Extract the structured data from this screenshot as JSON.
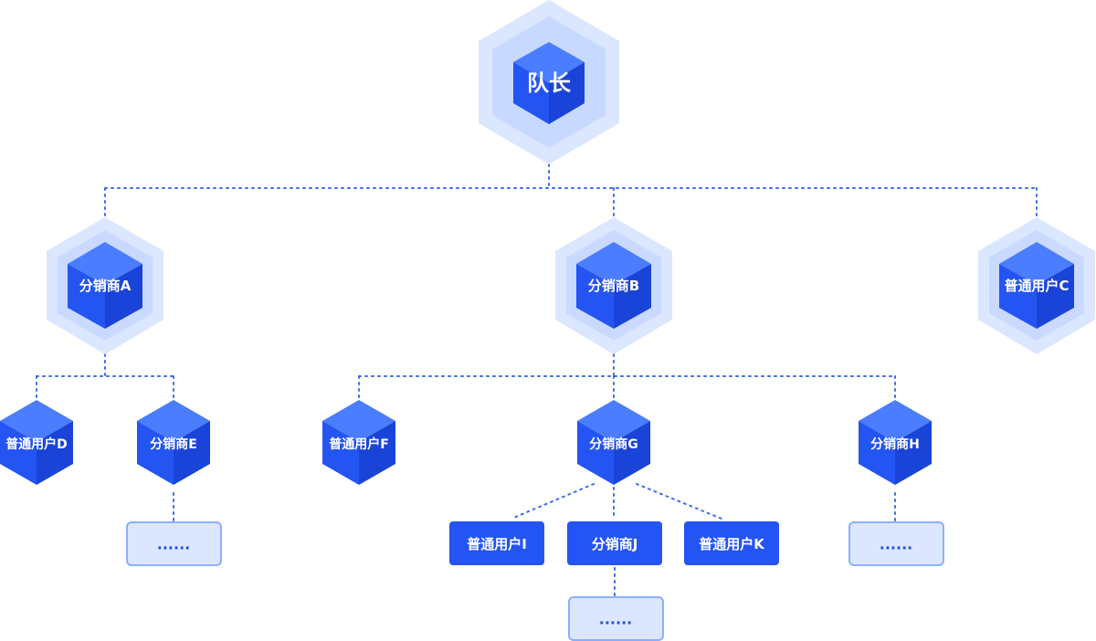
{
  "colors": {
    "node_front": "#2455f2",
    "node_top": "#4a7dff",
    "node_side": "#1a44d8",
    "halo_outer": "#dbe6ff",
    "halo_inner": "#c4d6ff",
    "connector": "#3d6df2",
    "more_fill": "#dce7ff",
    "more_stroke": "#8eaefc",
    "more_text": "#1f4fd8"
  },
  "root": {
    "label": "队长"
  },
  "level1": [
    {
      "id": "A",
      "label": "分销商A"
    },
    {
      "id": "B",
      "label": "分销商B"
    },
    {
      "id": "C",
      "label": "普通用户C"
    }
  ],
  "level2": [
    {
      "id": "D",
      "label": "普通用户D"
    },
    {
      "id": "E",
      "label": "分销商E"
    },
    {
      "id": "F",
      "label": "普通用户F"
    },
    {
      "id": "G",
      "label": "分销商G"
    },
    {
      "id": "H",
      "label": "分销商H"
    }
  ],
  "level3": [
    {
      "id": "I",
      "label": "普通用户I"
    },
    {
      "id": "J",
      "label": "分销商J"
    },
    {
      "id": "K",
      "label": "普通用户K"
    }
  ],
  "more": [
    {
      "id": "more-e",
      "label": "......"
    },
    {
      "id": "more-h",
      "label": "......"
    },
    {
      "id": "more-j",
      "label": "......"
    }
  ]
}
